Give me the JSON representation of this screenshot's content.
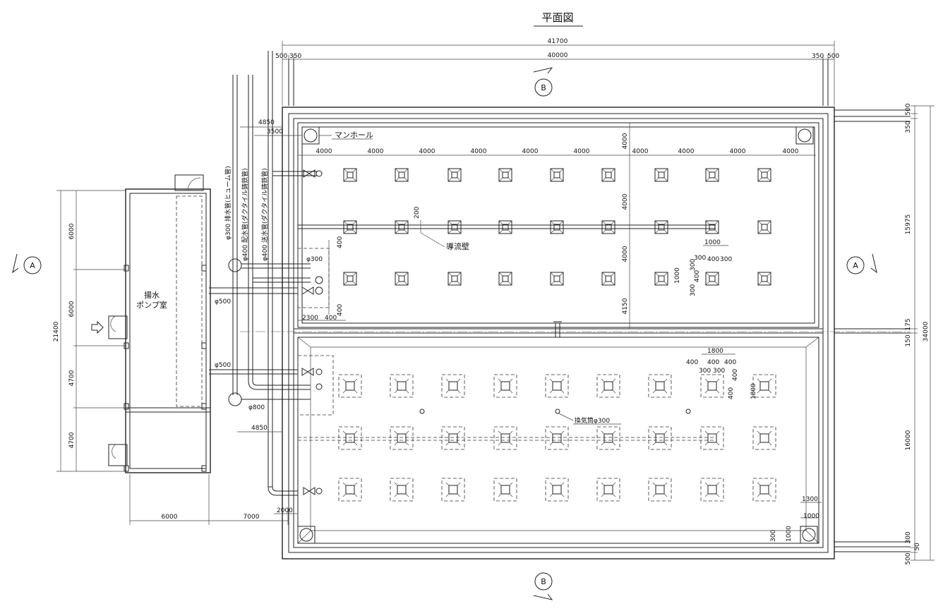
{
  "title": "平面図",
  "dims": {
    "top_total": "41700",
    "top_inner": "40000",
    "top_500_l": "500",
    "top_350_l": "350",
    "top_350_r": "350",
    "top_500_r": "500",
    "pipe_4850_top": "4850",
    "pipe_3500": "3500",
    "col_4000": "4000",
    "row_4000": "4000",
    "row_4150": "4150",
    "right_500": "500",
    "right_350": "350",
    "right_15975": "15975",
    "right_175": "175",
    "right_150": "150",
    "right_34000": "34000",
    "right_16000": "16000",
    "right_300": "300",
    "right_50": "50",
    "left_21400": "21400",
    "left_6000": "6000",
    "left_4700": "4700",
    "bottom_6000": "6000",
    "bottom_7000": "7000",
    "bottom_2000": "2000",
    "pipe_4850_bottom": "4850",
    "d1000": "1000",
    "d300": "300",
    "d400": "400",
    "d200": "200",
    "d2300": "2300",
    "d1800": "1800",
    "d1300": "1300"
  },
  "labels": {
    "manhole": "マンホール",
    "baffle": "導流壁",
    "vent": "換気筒φ300",
    "pump_room_1": "揚水",
    "pump_room_2": "ポンプ室",
    "pipe_drain": "φ300 排水管(ヒューム管)",
    "pipe_distribution": "φ400 配水管(ダクタイル鋳鉄管)",
    "pipe_supply": "φ400 送水管(ダクタイル鋳鉄管)",
    "phi300_a": "φ300",
    "phi500_a": "φ500",
    "phi500_b": "φ500",
    "phi800": "φ800",
    "section_a": "A",
    "section_b": "B"
  },
  "colors": {
    "line": "#222222",
    "background": "#ffffff"
  }
}
